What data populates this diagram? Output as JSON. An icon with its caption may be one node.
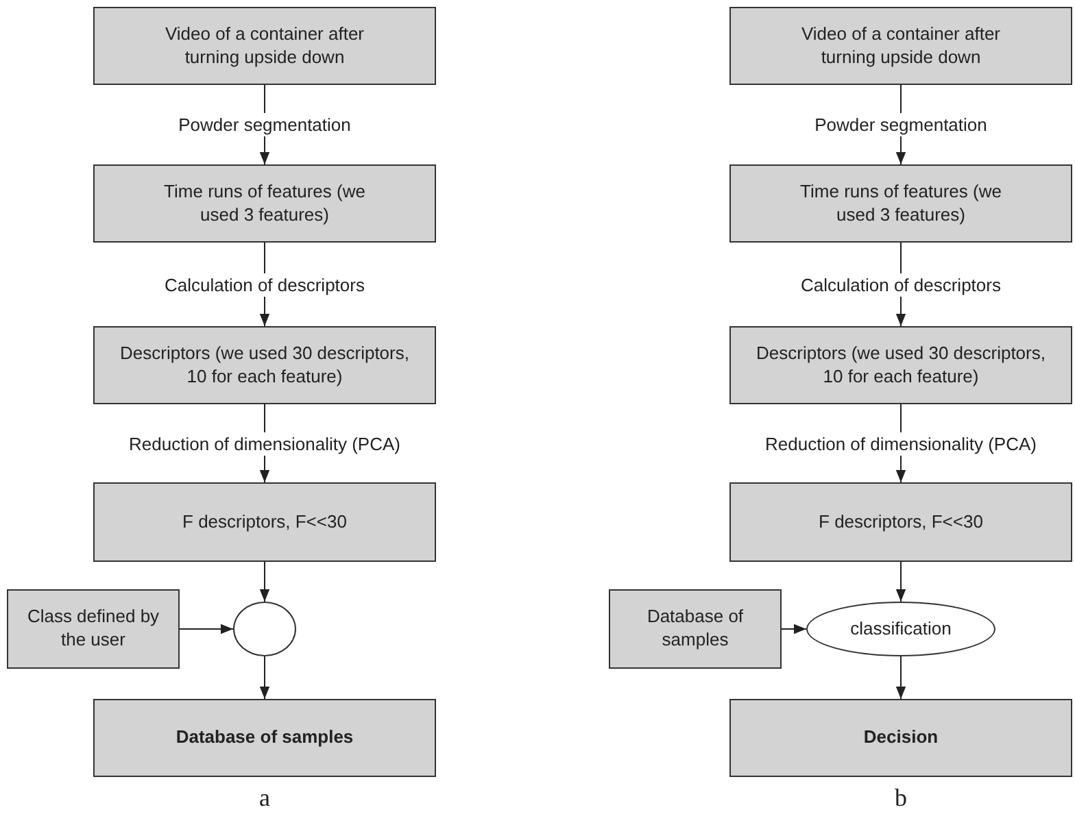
{
  "diagram": {
    "nodes": [
      {
        "text": [
          "Video of a container after turning upside down"
        ]
      },
      {
        "text": [
          "Time runs of features (we used 3 features)"
        ]
      },
      {
        "text": [
          "Descriptors (we used 30 descriptors, 10 for each feature)"
        ]
      },
      {
        "text": [
          "F descriptors, F<<30"
        ]
      },
      {
        "text": [
          "Class defined by the user"
        ]
      },
      {
        "text": [],
        "shape": "circle"
      },
      {
        "text": [
          "Database of samples"
        ]
      },
      {
        "text": [
          "Video of a container after turning upside down"
        ]
      },
      {
        "text": [
          "Time runs of features (we used 3 features)"
        ]
      },
      {
        "text": [
          "Descriptors (we used 30 descriptors, 10 for each feature)"
        ]
      },
      {
        "text": [
          "F descriptors, F<<30"
        ]
      },
      {
        "text": [
          "Database of samples"
        ]
      },
      {
        "text": [
          "classification"
        ]
      },
      {
        "text": [
          "Decision"
        ]
      }
    ],
    "edges": [
      {
        "from": 0,
        "to": 1,
        "arrow": "to",
        "label": "Powder segmentation"
      },
      {
        "from": 1,
        "to": 2,
        "arrow": "to",
        "label": "Calculation of descriptors"
      },
      {
        "from": 2,
        "to": 3,
        "arrow": "to",
        "label": "Reduction of dimensionality (PCA)"
      },
      {
        "from": 3,
        "to": 5,
        "arrow": "to"
      },
      {
        "from": 4,
        "to": 5,
        "arrow": "to"
      },
      {
        "from": 5,
        "to": 6,
        "arrow": "to"
      },
      {
        "from": 7,
        "to": 8,
        "arrow": "to",
        "label": "Powder segmentation"
      },
      {
        "from": 8,
        "to": 9,
        "arrow": "to",
        "label": "Calculation of descriptors"
      },
      {
        "from": 9,
        "to": 10,
        "arrow": "to",
        "label": "Reduction of dimensionality (PCA)"
      },
      {
        "from": 10,
        "to": 12,
        "arrow": "to"
      },
      {
        "from": 11,
        "to": 12,
        "arrow": "to"
      },
      {
        "from": 12,
        "to": 13,
        "arrow": "to"
      }
    ],
    "labels": [
      "a",
      "b"
    ]
  }
}
